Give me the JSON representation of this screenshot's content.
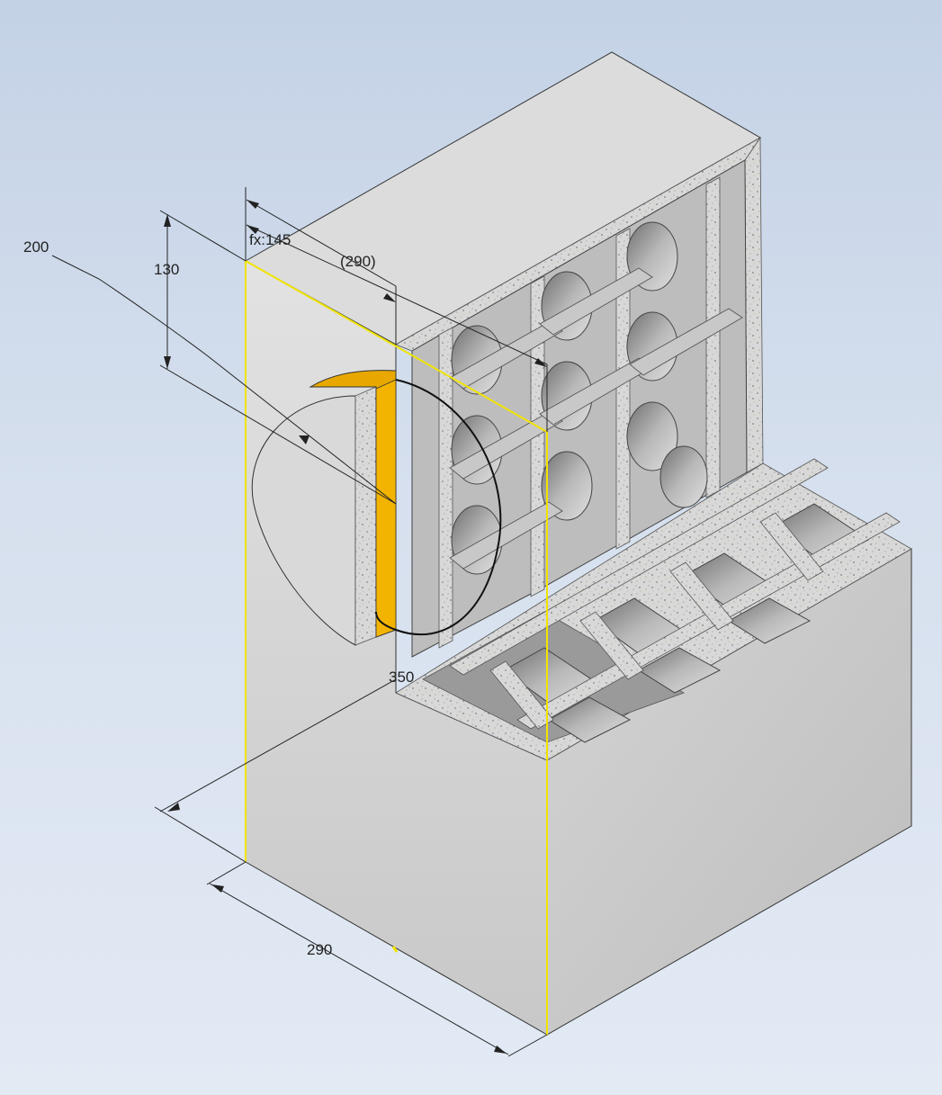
{
  "viewport": {
    "background_top": "#c4d2e6",
    "background_bottom": "#e2eaf4"
  },
  "model": {
    "highlight_color": "#f0e400",
    "section_face_color": "#e8a800",
    "body_color": "#d2d2d2"
  },
  "dimensions": {
    "d200": "200",
    "d130": "130",
    "fx145": "fx:145",
    "d290_ref": "(290)",
    "d350": "350",
    "d290": "290"
  }
}
